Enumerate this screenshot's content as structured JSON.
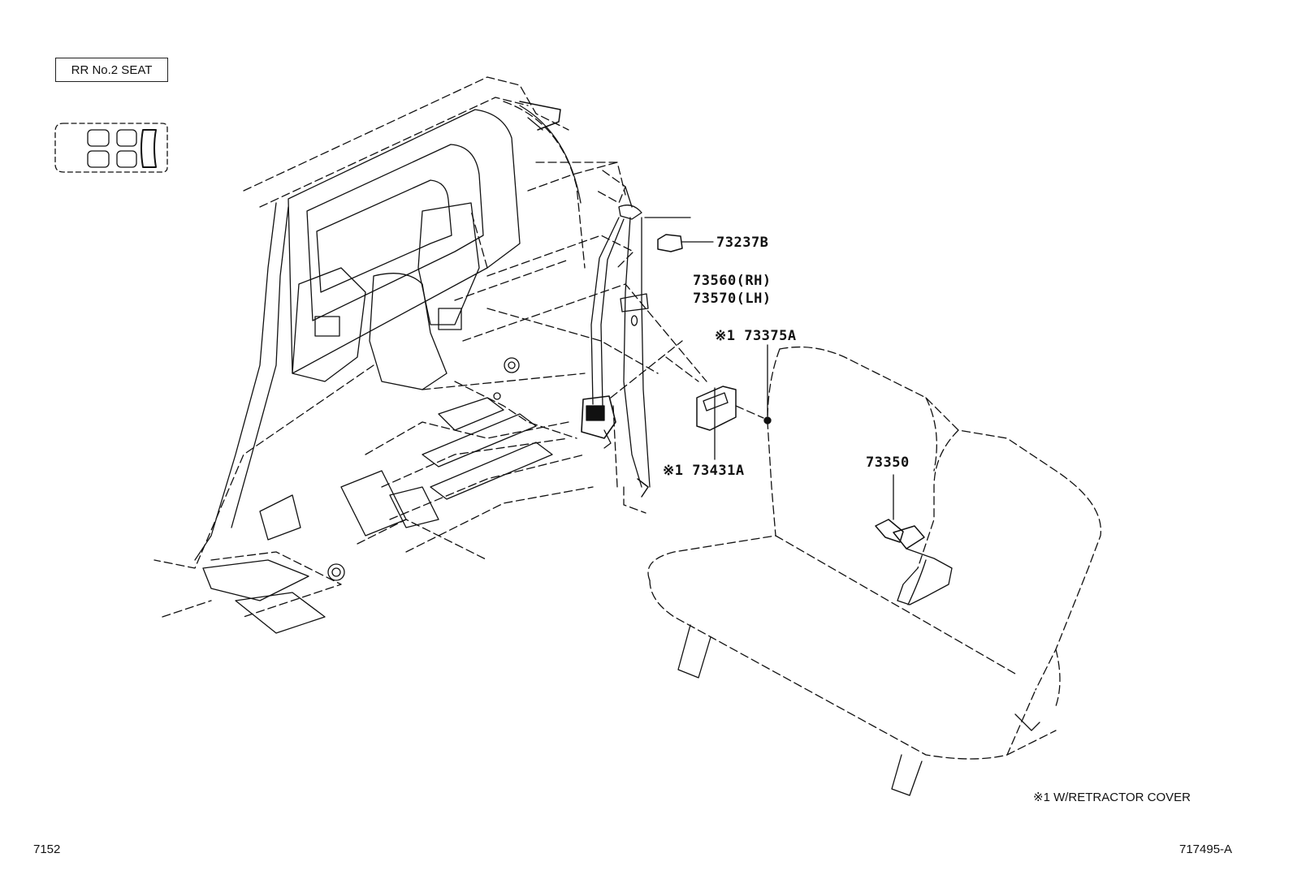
{
  "view": {
    "title": "RR No.2 SEAT"
  },
  "parts": [
    {
      "id": "part-73237b",
      "number": "73237B"
    },
    {
      "id": "part-73560",
      "number": "73560(RH)"
    },
    {
      "id": "part-73570",
      "number": "73570(LH)"
    },
    {
      "id": "part-73375a",
      "number": "※1 73375A"
    },
    {
      "id": "part-73431a",
      "number": "※1 73431A"
    },
    {
      "id": "part-73350",
      "number": "73350"
    }
  ],
  "footnote": "※1 W/RETRACTOR COVER",
  "footer": {
    "left_code": "7152",
    "right_code": "717495-A"
  },
  "colors": {
    "line": "#111111",
    "background": "#ffffff"
  }
}
